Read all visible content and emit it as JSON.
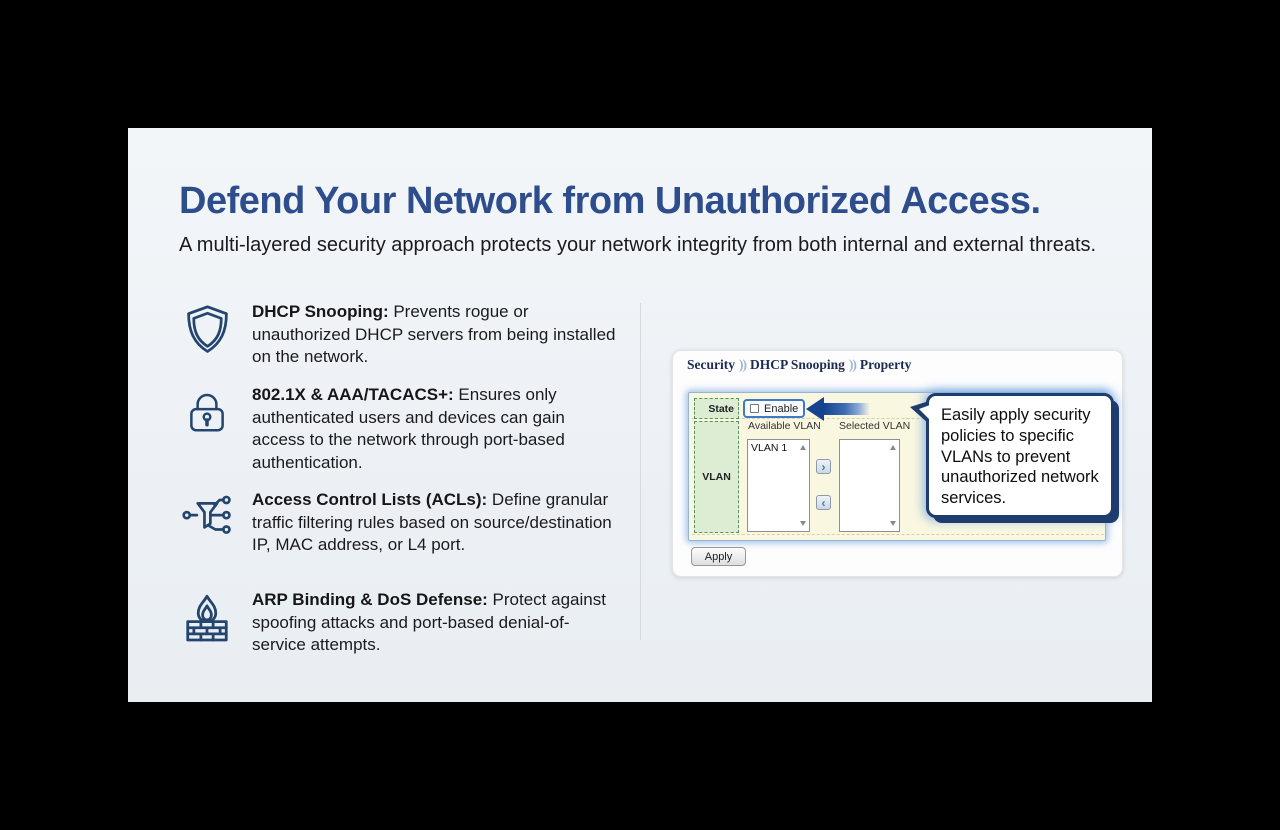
{
  "slide": {
    "title": "Defend Your Network from Unauthorized Access.",
    "subtitle": "A multi-layered security approach protects your network integrity from both internal and external threats.",
    "features": [
      {
        "icon": "shield-icon",
        "lead": "DHCP Snooping:",
        "body": " Prevents rogue or unauthorized DHCP servers from being installed on the network."
      },
      {
        "icon": "lock-icon",
        "lead": "802.1X & AAA/TACACS+:",
        "body": " Ensures only authenticated users and devices can gain access to the network through port-based authentication."
      },
      {
        "icon": "acl-filter-icon",
        "lead": "Access Control Lists (ACLs):",
        "body": " Define granular traffic filtering rules based on source/destination IP, MAC address, or L4 port."
      },
      {
        "icon": "firewall-icon",
        "lead": "ARP Binding & DoS Defense:",
        "body": " Protect against spoofing attacks and port-based denial-of-service attempts."
      }
    ]
  },
  "screenshot": {
    "breadcrumb": {
      "items": [
        "Security",
        "DHCP Snooping",
        "Property"
      ],
      "separator": "))"
    },
    "state_label": "State",
    "enable_label": "Enable",
    "vlan_label": "VLAN",
    "available_vlan_label": "Available VLAN",
    "selected_vlan_label": "Selected VLAN",
    "available_items": [
      "VLAN 1"
    ],
    "selected_items": [],
    "move_right_glyph": "›",
    "move_left_glyph": "‹",
    "apply_label": "Apply",
    "icons": {
      "enable_pointer": "arrow-left-icon",
      "move_right": "chevron-right-icon",
      "move_left": "chevron-left-icon"
    }
  },
  "callout": {
    "text": "Easily apply security policies to specific VLANs to prevent unauthorized network services."
  },
  "colors": {
    "page_background": "#000000",
    "slide_background": "#edf1f5",
    "title": "#2e4d8c",
    "body_text": "#1b1b1d",
    "icon_stroke": "#24466e",
    "breadcrumb_text": "#1c2c52",
    "breadcrumb_separator": "#9cb8d4",
    "panel_background": "#faf7e1",
    "panel_glow": "#78aadc",
    "green_cell": "#dcedd3",
    "green_cell_border": "#57915f",
    "enable_highlight": "#3f79c8",
    "arrow_blue": "#16438f",
    "callout_border": "#1e3c6e"
  }
}
